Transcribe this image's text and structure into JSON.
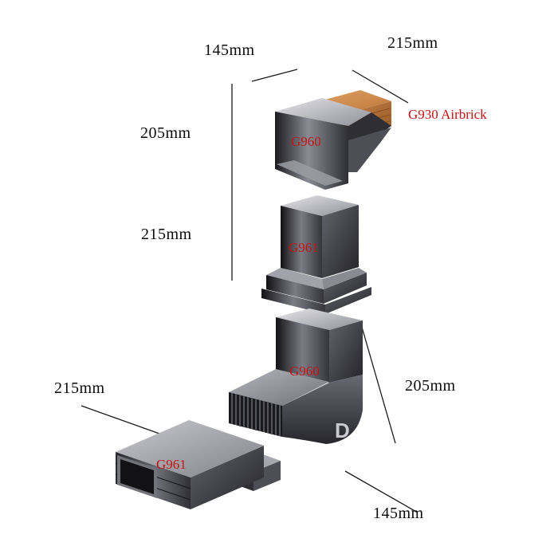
{
  "diagram": {
    "dimensions": {
      "top_left": "145mm",
      "top_right": "215mm",
      "left_upper": "205mm",
      "left_middle": "215mm",
      "right_side": "205mm",
      "bottom_left": "215mm",
      "bottom_right": "145mm"
    },
    "parts": {
      "g960_top": "G960",
      "g930_airbrick": "G930 Airbrick",
      "g961_middle": "G961",
      "g960_lower": "G960",
      "g961_bottom": "G961"
    },
    "watermark": "D",
    "colors": {
      "part_label_red": "#c41212",
      "dimension_text": "#0a0a0a",
      "airbrick_orange": "#c07a3a",
      "metal_dark": "#1b1b1f",
      "metal_light": "#d9d9dd"
    }
  }
}
